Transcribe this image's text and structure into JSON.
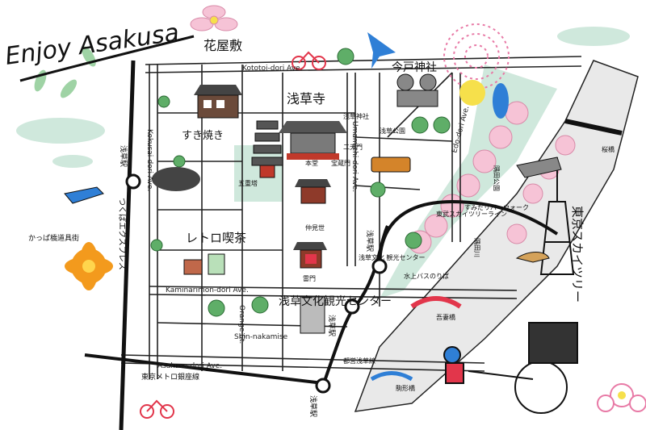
{
  "map": {
    "title": "Enjoy Asakusa",
    "landmarks": {
      "hanayashiki": "花屋敷",
      "sensoji": "浅草寺",
      "imado_shrine": "今戸神社",
      "asakusa_shrine": "浅草神社",
      "nitenmon": "二天門",
      "yakushido": "宝蔵門",
      "asakusa_park": "浅草公園",
      "gojunoto": "五重塔",
      "hondo": "本堂",
      "kaminarimon": "雷門",
      "nakamise": "仲見世",
      "culture_center": "浅草文化観光センター",
      "culture_center_small": "浅草文化 観光センター",
      "skytree": "東京スカイツリー",
      "sumida_river": "隅田川",
      "sumida_park": "隅田公園",
      "sumida_walk": "すみだリバーウォーク",
      "sukiyaki": "すき焼き",
      "retro_cafe": "レトロ喫茶",
      "kappabashi": "かっぱ橋道具街",
      "tsukuba_express": "つくばエクスプレス",
      "tobu_line": "東武スカイツリーライン",
      "metro_ginza": "東京メトロ銀座線",
      "toei_asakusa": "都営浅草線",
      "boat_stop": "水上バスのりば",
      "sakurabashi": "桜橋",
      "azumabashi": "吾妻橋",
      "komagatabashi": "駒形橋"
    },
    "stations": {
      "asakusa_tx": "浅草駅",
      "asakusa_tobu": "浅草駅",
      "asakusa_ginza": "浅草駅",
      "asakusa_toei": "浅草駅"
    },
    "streets": {
      "kototoi": "Kototoi-dori Ave.",
      "kokusai": "Kokusai-dori Ave.",
      "umamichi": "Umamichi-dori Ave.",
      "edo": "Edo-dori Ave.",
      "kaminarimon": "Kaminarimon-dori Ave.",
      "orange": "Orange St.",
      "shin_nakamise": "Shin-nakamise",
      "asakusa": "Asakusa-dori Ave."
    },
    "colors": {
      "park_green": "#cfe8dc",
      "sakura_pink": "#f6c3d6",
      "river_gray": "#e9e9e9",
      "line_black": "#111111",
      "tobu_red": "#e2364b",
      "bird_blue": "#2f7fd6",
      "flower_orange": "#f39a1d"
    }
  }
}
